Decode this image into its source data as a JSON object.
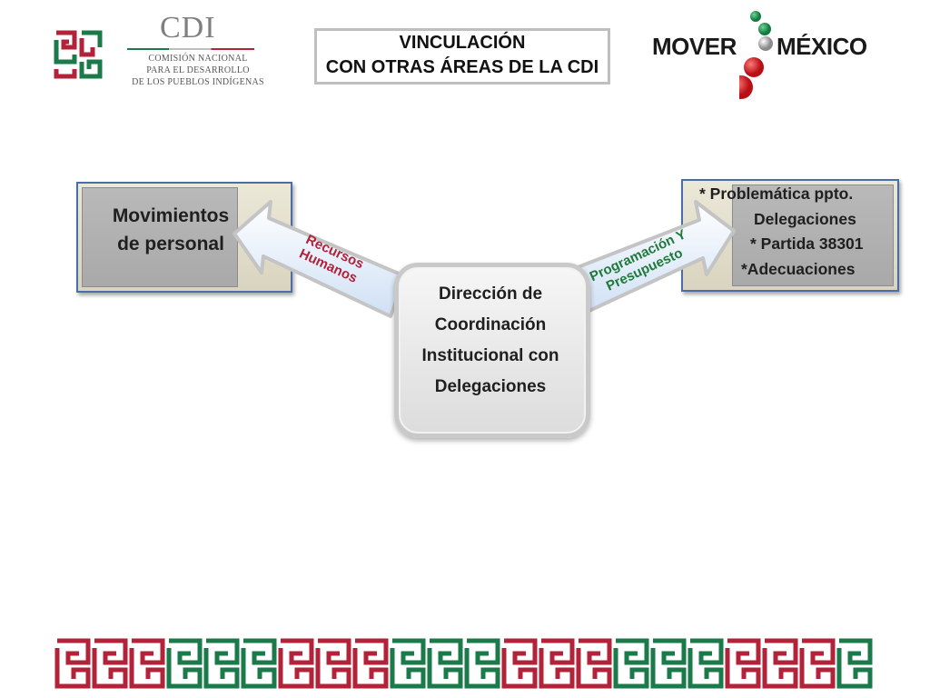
{
  "header": {
    "cdi_logo": {
      "wordmark": "CDI",
      "subtitle_lines": [
        "COMISIÓN NACIONAL",
        "PARA EL DESARROLLO",
        "DE LOS PUEBLOS INDÍGENAS"
      ]
    },
    "title_lines": [
      "VINCULACIÓN",
      "CON OTRAS ÁREAS DE LA CDI"
    ],
    "mover_logo": {
      "left": "MOVER",
      "right": "MÉXICO"
    }
  },
  "diagram": {
    "left_box": {
      "lines": [
        "Movimientos",
        "de personal"
      ]
    },
    "left_arrow": {
      "lines": [
        "Recursos",
        "Humanos"
      ]
    },
    "center_box": {
      "lines": [
        "Dirección de",
        "Coordinación",
        "Institucional con",
        "Delegaciones"
      ]
    },
    "right_arrow": {
      "lines": [
        "Programación Y",
        "Presupuesto"
      ]
    },
    "right_box": {
      "lines": [
        "* Problemática ppto.",
        "Delegaciones",
        "* Partida 38301",
        "*Adecuaciones"
      ]
    }
  },
  "colors": {
    "green": "#1a7a4a",
    "red": "#b2233a",
    "box_border": "#4a6fa8",
    "grey_fill": "#b0b0b0"
  },
  "icons": [
    "cdi-glyph-icon",
    "mover-mexico-dots-icon",
    "greek-fret-border-icon"
  ]
}
